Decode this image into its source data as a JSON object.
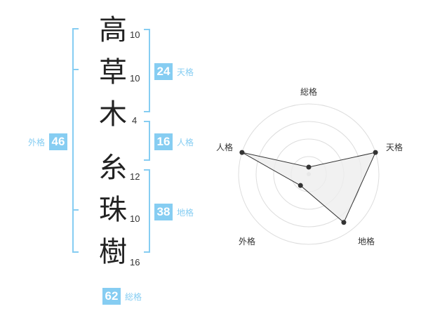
{
  "name": {
    "characters": [
      {
        "char": "高",
        "strokes": "10"
      },
      {
        "char": "草",
        "strokes": "10"
      },
      {
        "char": "木",
        "strokes": "4"
      },
      {
        "char": "糸",
        "strokes": "12"
      },
      {
        "char": "珠",
        "strokes": "10"
      },
      {
        "char": "樹",
        "strokes": "16"
      }
    ]
  },
  "fortunes": {
    "tenkaku": {
      "value": "24",
      "label": "天格"
    },
    "jinkaku": {
      "value": "16",
      "label": "人格"
    },
    "chikaku": {
      "value": "38",
      "label": "地格"
    },
    "gaikaku": {
      "value": "46",
      "label": "外格"
    },
    "soukaku": {
      "value": "62",
      "label": "総格"
    }
  },
  "radar": {
    "axes": [
      "総格",
      "天格",
      "地格",
      "外格",
      "人格"
    ],
    "values": [
      0.1,
      1.0,
      0.85,
      0.2,
      1.0
    ],
    "colors": {
      "grid": "#dddddd",
      "polygon_fill": "#eeeeee",
      "polygon_stroke": "#333333",
      "point": "#333333",
      "center": "#cccccc"
    }
  },
  "colors": {
    "accent": "#86cdf2",
    "text": "#222222"
  }
}
